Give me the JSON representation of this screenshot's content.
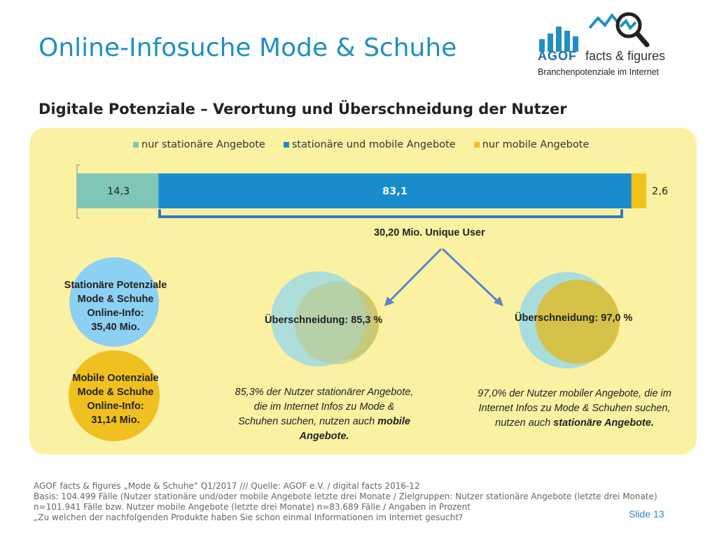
{
  "header": {
    "title": "Online-Infosuche Mode & Schuhe",
    "subtitle": "Digitale Potenziale – Verortung und Überschneidung der Nutzer"
  },
  "logo": {
    "brand": "AGOF",
    "product": "facts & figures",
    "tagline": "Branchenpotenziale im Internet"
  },
  "colors": {
    "accent": "#1f8fc4",
    "teal": "#7fc6b7",
    "blue": "#1a8ccd",
    "yellow": "#f2c11a",
    "panel": "#fbf1a3"
  },
  "chart_data": {
    "type": "bar",
    "orientation": "horizontal",
    "stacked": true,
    "categories": [
      ""
    ],
    "series": [
      {
        "name": "nur stationäre Angebote",
        "values": [
          14.3
        ],
        "label": "14,3",
        "color": "#7fc6b7"
      },
      {
        "name": "stationäre und mobile Angebote",
        "values": [
          83.1
        ],
        "label": "83,1",
        "color": "#1a8ccd"
      },
      {
        "name": "nur mobile Angebote",
        "values": [
          2.6
        ],
        "label": "2,6",
        "color": "#f2c11a"
      }
    ],
    "xlim": [
      0,
      100
    ],
    "legend": "top",
    "grid": false
  },
  "unique_users": "30,20 Mio. Unique User",
  "stats": {
    "stationary": [
      "Stationäre Potenziale",
      "Mode & Schuhe",
      "Online-Info:",
      "35,40 Mio."
    ],
    "mobile": [
      "Mobile Ootenziale",
      "Mode & Schuhe",
      "Online-Info:",
      "31,14 Mio."
    ]
  },
  "overlaps": {
    "left_label": "Überschneidung: 85,3 %",
    "right_label": "Überschneidung: 97,0 %",
    "left_note": "85,3% der Nutzer stationärer Angebote, die im Internet Infos zu Mode & Schuhen suchen, nutzen auch",
    "left_note_bold": "mobile Angebote.",
    "right_note": "97,0% der Nutzer mobiler Angebote, die im Internet Infos zu Mode & Schuhen suchen, nutzen auch",
    "right_note_bold": "stationäre Angebote."
  },
  "footer": {
    "line1": "AGOF facts & figures „Mode & Schuhe“ Q1/2017 /// Quelle: AGOF e.V. / digital facts 2016-12",
    "line2": "Basis: 104.499 Fälle (Nutzer stationäre und/oder mobile Angebote letzte drei Monate / Zielgruppen: Nutzer stationäre Angebote (letzte drei Monate) n=101.941 Fälle bzw. Nutzer mobile Angebote (letzte drei Monate) n=83.689 Fälle / Angaben in Prozent",
    "line3": "„Zu welchen der nachfolgenden Produkte haben Sie schon einmal Informationen im Internet gesucht?",
    "slide": "Slide 13"
  }
}
